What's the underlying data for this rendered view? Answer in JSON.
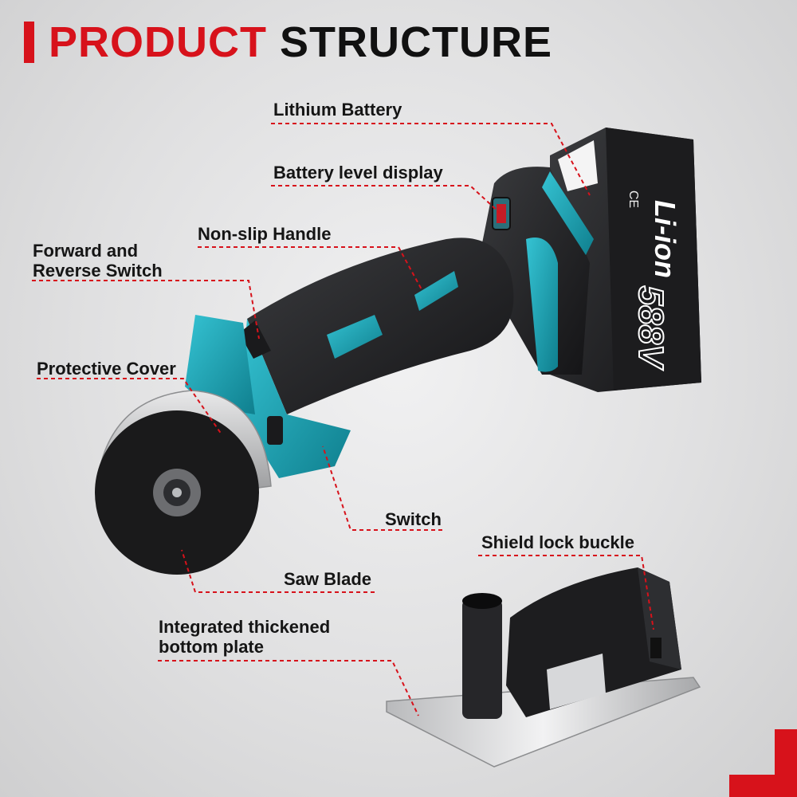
{
  "title": {
    "part1": "PRODUCT",
    "part2": "STRUCTURE"
  },
  "labels": {
    "lithium_battery": "Lithium Battery",
    "battery_level_display": "Battery level display",
    "non_slip_handle": "Non-slip Handle",
    "forward_reverse_line1": "Forward and",
    "forward_reverse_line2": "Reverse Switch",
    "protective_cover": "Protective Cover",
    "switch": "Switch",
    "shield_lock_buckle": "Shield lock buckle",
    "saw_blade": "Saw Blade",
    "bottom_plate_line1": "Integrated thickened",
    "bottom_plate_line2": "bottom plate"
  },
  "battery": {
    "voltage": "588V",
    "chemistry": "Li-ion",
    "mark": "CE"
  },
  "colors": {
    "accent": "#d7121b",
    "tool_teal": "#1aa3b5",
    "body_black": "#1f1f21"
  }
}
